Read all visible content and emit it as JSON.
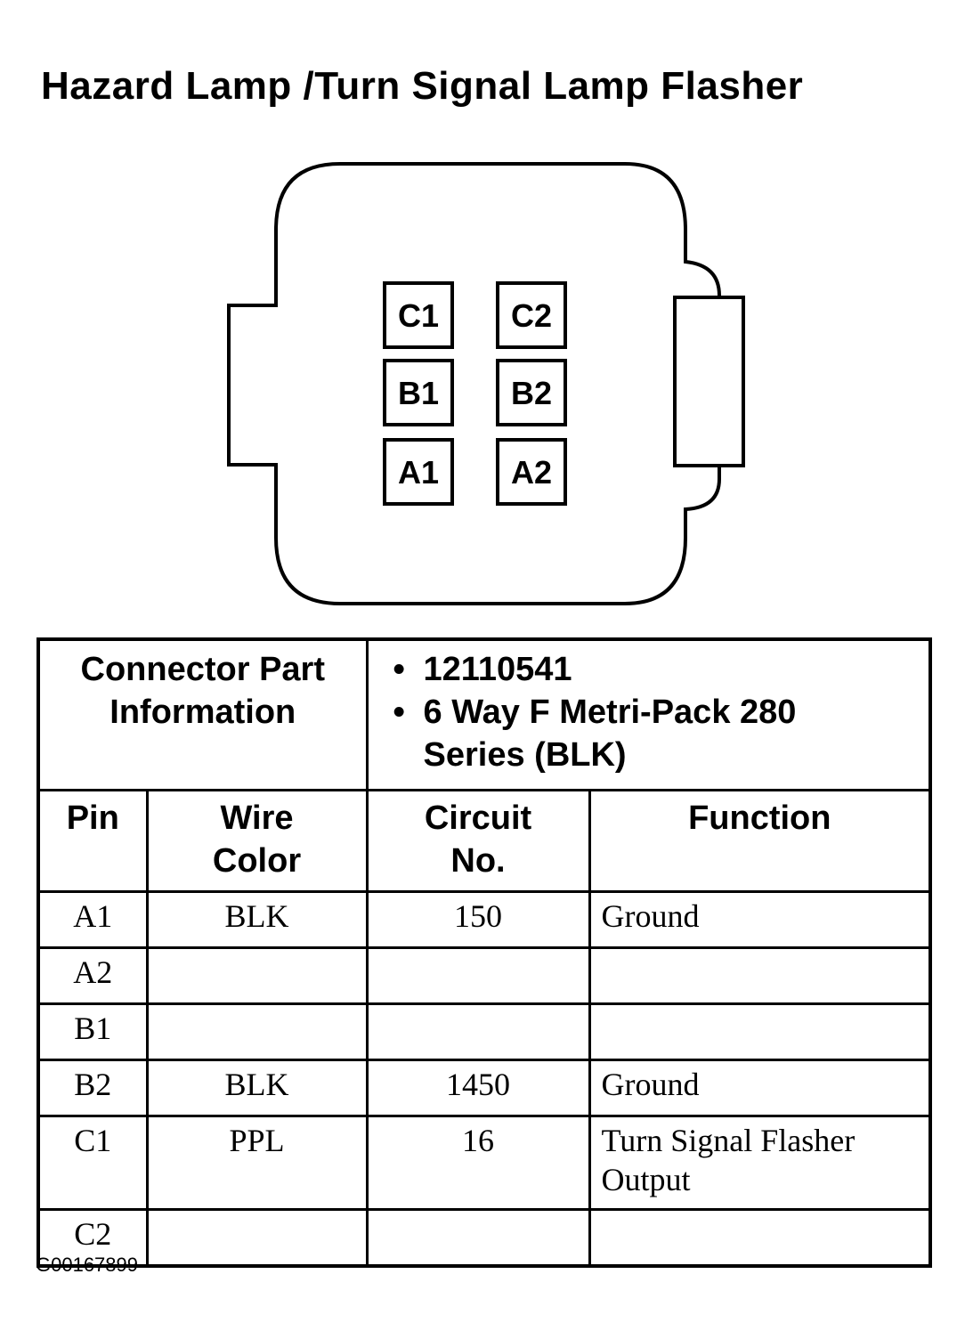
{
  "title": "Hazard Lamp /Turn Signal Lamp Flasher",
  "connector": {
    "pins": [
      {
        "id": "C1",
        "label": "C1"
      },
      {
        "id": "C2",
        "label": "C2"
      },
      {
        "id": "B1",
        "label": "B1"
      },
      {
        "id": "B2",
        "label": "B2"
      },
      {
        "id": "A1",
        "label": "A1"
      },
      {
        "id": "A2",
        "label": "A2"
      }
    ]
  },
  "part_info": {
    "label_line1": "Connector Part",
    "label_line2": "Information",
    "items": [
      "12110541",
      "6 Way F Metri-Pack 280",
      "Series (BLK)"
    ],
    "bullet": "•"
  },
  "table": {
    "headers": {
      "pin": "Pin",
      "wire_color_line1": "Wire",
      "wire_color_line2": "Color",
      "circuit_line1": "Circuit",
      "circuit_line2": "No.",
      "function": "Function"
    },
    "rows": [
      {
        "pin": "A1",
        "wire": "BLK",
        "circuit": "150",
        "function": "Ground",
        "function_line2": ""
      },
      {
        "pin": "A2",
        "wire": "",
        "circuit": "",
        "function": "",
        "function_line2": ""
      },
      {
        "pin": "B1",
        "wire": "",
        "circuit": "",
        "function": "",
        "function_line2": ""
      },
      {
        "pin": "B2",
        "wire": "BLK",
        "circuit": "1450",
        "function": "Ground",
        "function_line2": ""
      },
      {
        "pin": "C1",
        "wire": "PPL",
        "circuit": "16",
        "function": "Turn Signal Flasher",
        "function_line2": "Output"
      },
      {
        "pin": "C2",
        "wire": "",
        "circuit": "",
        "function": "",
        "function_line2": ""
      }
    ]
  },
  "figure_id": "G00167899"
}
